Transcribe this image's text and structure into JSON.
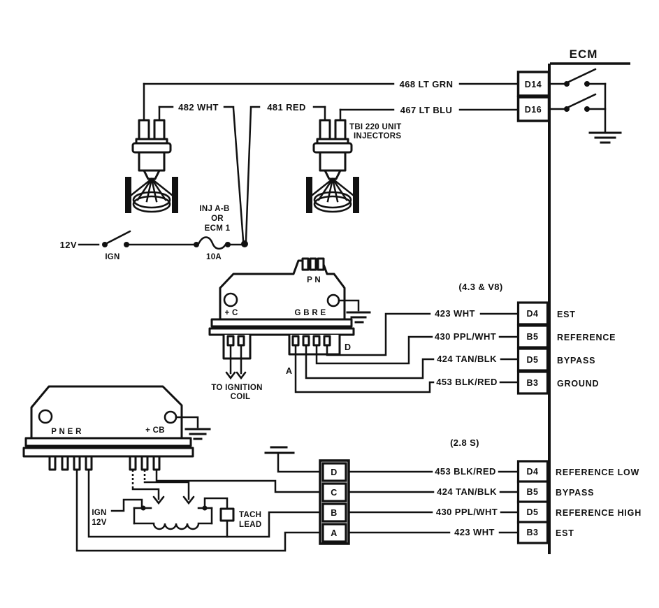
{
  "ecm": {
    "title": "ECM"
  },
  "injectors": {
    "wire_468": "468 LT GRN",
    "wire_467": "467 LT BLU",
    "wire_482": "482 WHT",
    "wire_481": "481 RED",
    "unit_label_1": "TBI 220 UNIT",
    "unit_label_2": "INJECTORS",
    "pin_d14": "D14",
    "pin_d16": "D16"
  },
  "supply": {
    "source": "12V",
    "switch": "IGN",
    "fuse": "10A",
    "fuse_note_1": "INJ A-B",
    "fuse_note_2": "OR",
    "fuse_note_3": "ECM 1"
  },
  "module43": {
    "variant": "(4.3 & V8)",
    "top_pins": "P N",
    "left_label": "+ C",
    "pins_label": "G B R E",
    "pin_d": "D",
    "pin_a": "A",
    "coil_note_1": "TO IGNITION",
    "coil_note_2": "COIL",
    "rows": [
      {
        "wire": "423 WHT",
        "pin": "D4",
        "fn": "EST"
      },
      {
        "wire": "430 PPL/WHT",
        "pin": "B5",
        "fn": "REFERENCE"
      },
      {
        "wire": "424 TAN/BLK",
        "pin": "D5",
        "fn": "BYPASS"
      },
      {
        "wire": "453 BLK/RED",
        "pin": "B3",
        "fn": "GROUND"
      }
    ]
  },
  "module28": {
    "variant": "(2.8 S)",
    "left_label": "P N E R",
    "right_label": "+ CB",
    "ign_1": "IGN",
    "ign_2": "12V",
    "tach_1": "TACH",
    "tach_2": "LEAD",
    "block": [
      "D",
      "C",
      "B",
      "A"
    ],
    "rows": [
      {
        "wire": "453 BLK/RED",
        "pin": "D4",
        "fn": "REFERENCE LOW"
      },
      {
        "wire": "424 TAN/BLK",
        "pin": "B5",
        "fn": "BYPASS"
      },
      {
        "wire": "430 PPL/WHT",
        "pin": "D5",
        "fn": "REFERENCE HIGH"
      },
      {
        "wire": "423 WHT",
        "pin": "B3",
        "fn": "EST"
      }
    ]
  }
}
